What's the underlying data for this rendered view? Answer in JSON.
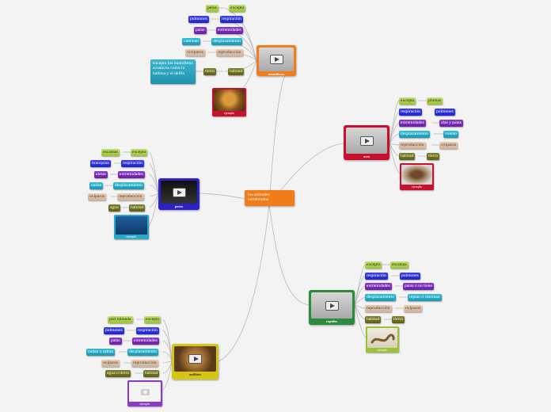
{
  "central": "los animales vertebrados",
  "colors": {
    "mamiferos": "#f07d1a",
    "aves": "#c8102e",
    "peces": "#2c22c9",
    "reptiles": "#2e8a3c",
    "anfibios": "#d6c614"
  },
  "mamiferos": {
    "title": "mamiferos",
    "caption": "ejemplo",
    "pelos": "pelos",
    "excepto": "excepto",
    "pulmones": "pulmones",
    "respiracion": "respiración",
    "patas": "patas",
    "extremidades": "extremidades",
    "caminan": "caminan",
    "desplazamiento": "desplazamiento",
    "viviparos": "vivíparos",
    "reproduccion": "reproducción",
    "note": "excepto los mamiferos acuaticos como la ballena y el delfín",
    "tierra": "tierra",
    "habitad": "habitad"
  },
  "aves": {
    "title": "aves",
    "caption": "ejemplo",
    "excepto": "excepto",
    "plumas": "plumas",
    "respiracion": "respiración",
    "pulmones": "pulmones",
    "extremidades": "extremidades",
    "alas_patas": "alas y patas",
    "desplazamiento": "desplazamiento",
    "vuelan": "vuelan",
    "reproduccion": "reproducción",
    "oviparos": "ovíparos",
    "habitad": "habitad",
    "tierra": "tierra"
  },
  "peces": {
    "title": "peces",
    "caption": "ejemplo",
    "escamas": "escamas",
    "excepto": "excepto",
    "branquias": "branquias",
    "respiracion": "respiración",
    "aletas": "aletas",
    "extremidades": "extremidades",
    "nadan": "nadan",
    "desplazamiento": "desplazamiento",
    "oviparos": "ovíparos",
    "reproduccion": "reproducción",
    "agua": "agua",
    "habitad": "habitad"
  },
  "reptiles": {
    "title": "reptiles",
    "caption": "ejemplo",
    "excepto": "excepto",
    "escamas": "escamas",
    "respiracion": "respiración",
    "pulmones": "pulmones",
    "extremidades": "extremidades",
    "patas_no": "patas o no tiene",
    "desplazamiento": "desplazamiento",
    "reptan": "reptan o caminan",
    "reproduccion": "reproducción",
    "oviparos": "ovíparos",
    "habitad": "habitad",
    "tierra": "tierra"
  },
  "anfibios": {
    "title": "anfibios",
    "caption": "ejemplo",
    "piel": "piel húmeda",
    "excepto": "excepto",
    "pulmones": "pulmones",
    "respiracion": "respiración",
    "patas": "patas",
    "extremidades": "extremidades",
    "nadan_saltan": "nadan o saltan",
    "desplazamiento": "desplazamiento",
    "oviparos": "ovíparos",
    "reproduccion": "reproducción",
    "agua_tierra": "agua o tierra",
    "habitad": "habitad"
  }
}
